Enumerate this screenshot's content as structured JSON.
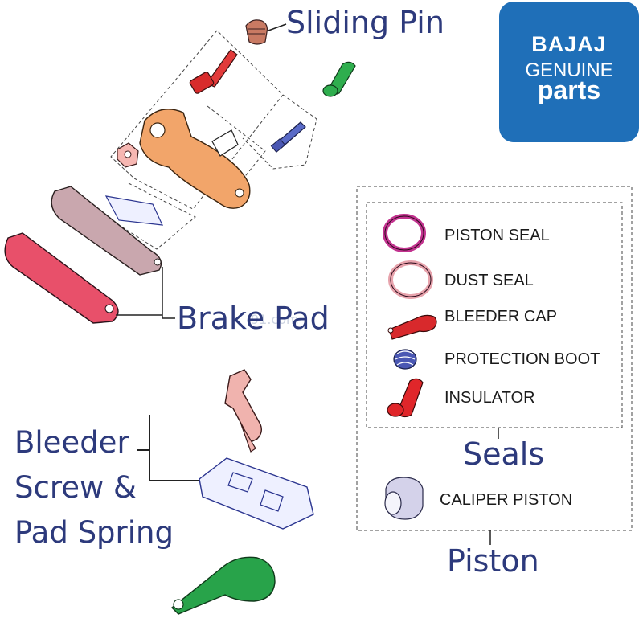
{
  "logo": {
    "brand": "BAJAJ",
    "line1": "GENUINE",
    "line2": "parts",
    "bg_color": "#1f6fb8"
  },
  "callouts": {
    "sliding_pin": "Sliding Pin",
    "brake_pad": "Brake Pad",
    "bleeder_line1": "Bleeder",
    "bleeder_line2": "Screw &",
    "bleeder_line3": "Pad Spring",
    "seals": "Seals",
    "piston": "Piston"
  },
  "legend": [
    {
      "label": "PISTON SEAL",
      "color": "#c2338f"
    },
    {
      "label": "DUST SEAL",
      "color": "#e7a3ac"
    },
    {
      "label": "BLEEDER CAP",
      "color": "#d8292c"
    },
    {
      "label": "PROTECTION BOOT",
      "color": "#4a57b3"
    },
    {
      "label": "INSULATOR",
      "color": "#e0262a"
    }
  ],
  "piston_legend": {
    "label": "CALIPER PISTON",
    "color": "#d4d2ea"
  },
  "watermark": "91.com",
  "colors": {
    "callout_text": "#2d3a7c",
    "caliper": "#f2a56a",
    "brake_pad_outer": "#e8506a",
    "brake_pad_inner": "#c9a7ae",
    "bleeder_screw": "#f0b3ae",
    "green_parts": "#28a34a"
  }
}
